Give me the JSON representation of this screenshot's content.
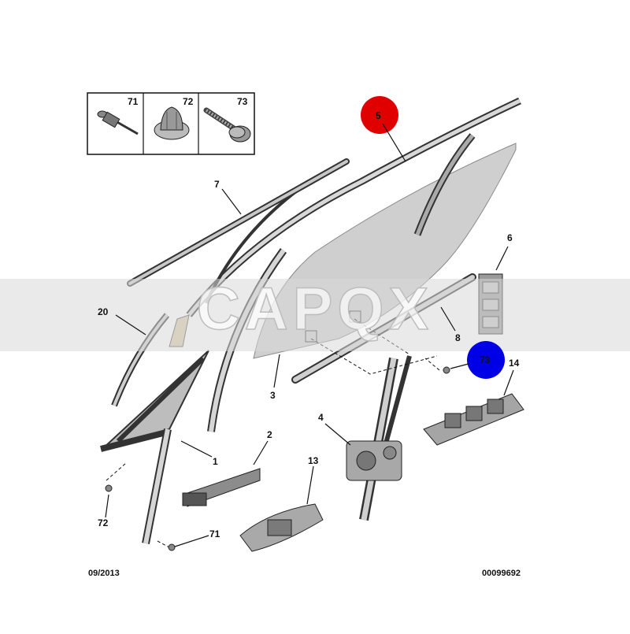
{
  "diagram": {
    "watermark": "CAPQX",
    "date_code": "09/2013",
    "ref_code": "00099692",
    "highlight_colors": {
      "red": "#e00000",
      "blue": "#0000e6"
    },
    "fastener_box": {
      "labels": [
        "71",
        "72",
        "73"
      ]
    },
    "callouts": [
      {
        "id": "c5",
        "text": "5",
        "highlight": "red"
      },
      {
        "id": "c73",
        "text": "73",
        "highlight": "blue"
      },
      {
        "id": "c7",
        "text": "7"
      },
      {
        "id": "c6",
        "text": "6"
      },
      {
        "id": "c20",
        "text": "20"
      },
      {
        "id": "c8",
        "text": "8"
      },
      {
        "id": "c14",
        "text": "14"
      },
      {
        "id": "c3",
        "text": "3"
      },
      {
        "id": "c4",
        "text": "4"
      },
      {
        "id": "c2",
        "text": "2"
      },
      {
        "id": "c1",
        "text": "1"
      },
      {
        "id": "c13",
        "text": "13"
      },
      {
        "id": "c72",
        "text": "72"
      },
      {
        "id": "c71",
        "text": "71"
      }
    ]
  }
}
